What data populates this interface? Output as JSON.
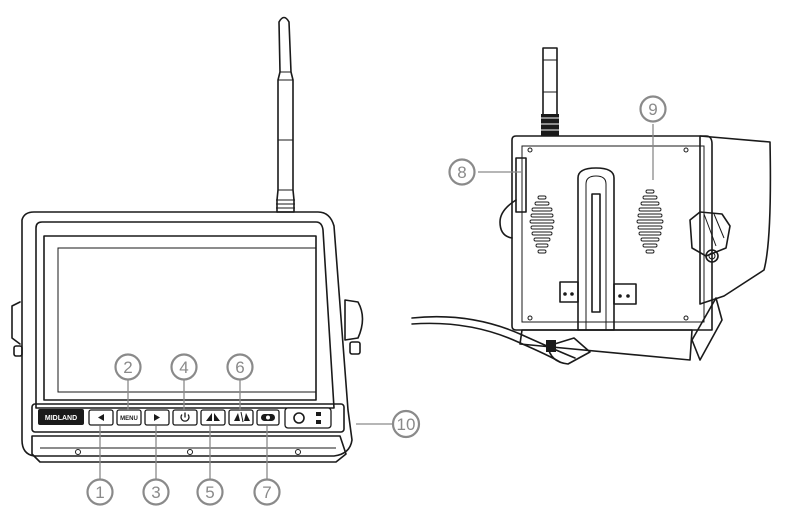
{
  "brand": "MIDLAND",
  "buttons": {
    "menu_label": "MENU"
  },
  "callouts": [
    {
      "number": "1",
      "target": "left-arrow-button"
    },
    {
      "number": "2",
      "target": "menu-button"
    },
    {
      "number": "3",
      "target": "right-arrow-button"
    },
    {
      "number": "4",
      "target": "power-button"
    },
    {
      "number": "5",
      "target": "up-mirror-button"
    },
    {
      "number": "6",
      "target": "down-mirror-button"
    },
    {
      "number": "7",
      "target": "camera-switch-button"
    },
    {
      "number": "8",
      "target": "rear-side-slot"
    },
    {
      "number": "9",
      "target": "speaker-grille"
    },
    {
      "number": "10",
      "target": "sun-visor-bottom"
    }
  ]
}
